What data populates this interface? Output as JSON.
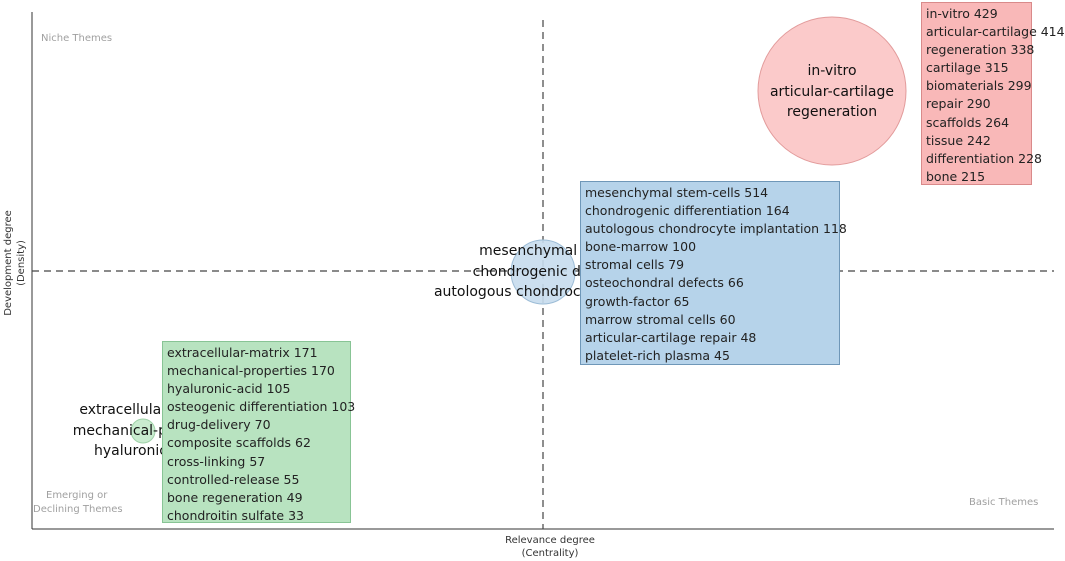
{
  "chart_data": {
    "type": "scatter",
    "xlabel": "Relevance degree",
    "xlabel_sub": "(Centrality)",
    "ylabel": "Development degree",
    "ylabel_sub": "(Density)",
    "quadrants": {
      "top_left": "Niche Themes",
      "bottom_left_1": "Emerging or",
      "bottom_left_2": "Declining Themes",
      "bottom_right": "Basic Themes"
    },
    "clusters": [
      {
        "color": "#f9b8b8",
        "bubble_labels": [
          "in-vitro",
          "articular-cartilage",
          "regeneration"
        ],
        "terms": [
          "in-vitro 429",
          "articular-cartilage 414",
          "regeneration 338",
          "cartilage 315",
          "biomaterials 299",
          "repair 290",
          "scaffolds 264",
          "tissue 242",
          "differentiation 228",
          "bone 215"
        ]
      },
      {
        "color": "#b6d3ea",
        "bubble_labels": [
          "mesenchymal ste",
          "chondrogenic diffe",
          "autologous chondrocyte"
        ],
        "terms": [
          "mesenchymal stem-cells 514",
          "chondrogenic differentiation 164",
          "autologous chondrocyte implantation 118",
          "bone-marrow 100",
          "stromal cells 79",
          "osteochondral defects 66",
          "growth-factor 65",
          "marrow stromal cells 60",
          "articular-cartilage repair 48",
          "platelet-rich plasma 45"
        ]
      },
      {
        "color": "#b8e3c0",
        "bubble_labels": [
          "extracellular",
          "mechanical-p",
          "hyaluronic"
        ],
        "terms": [
          "extracellular-matrix 171",
          "mechanical-properties 170",
          "hyaluronic-acid 105",
          "osteogenic differentiation 103",
          "drug-delivery 70",
          "composite scaffolds 62",
          "cross-linking 57",
          "controlled-release 55",
          "bone regeneration 49",
          "chondroitin sulfate 33"
        ]
      }
    ]
  }
}
